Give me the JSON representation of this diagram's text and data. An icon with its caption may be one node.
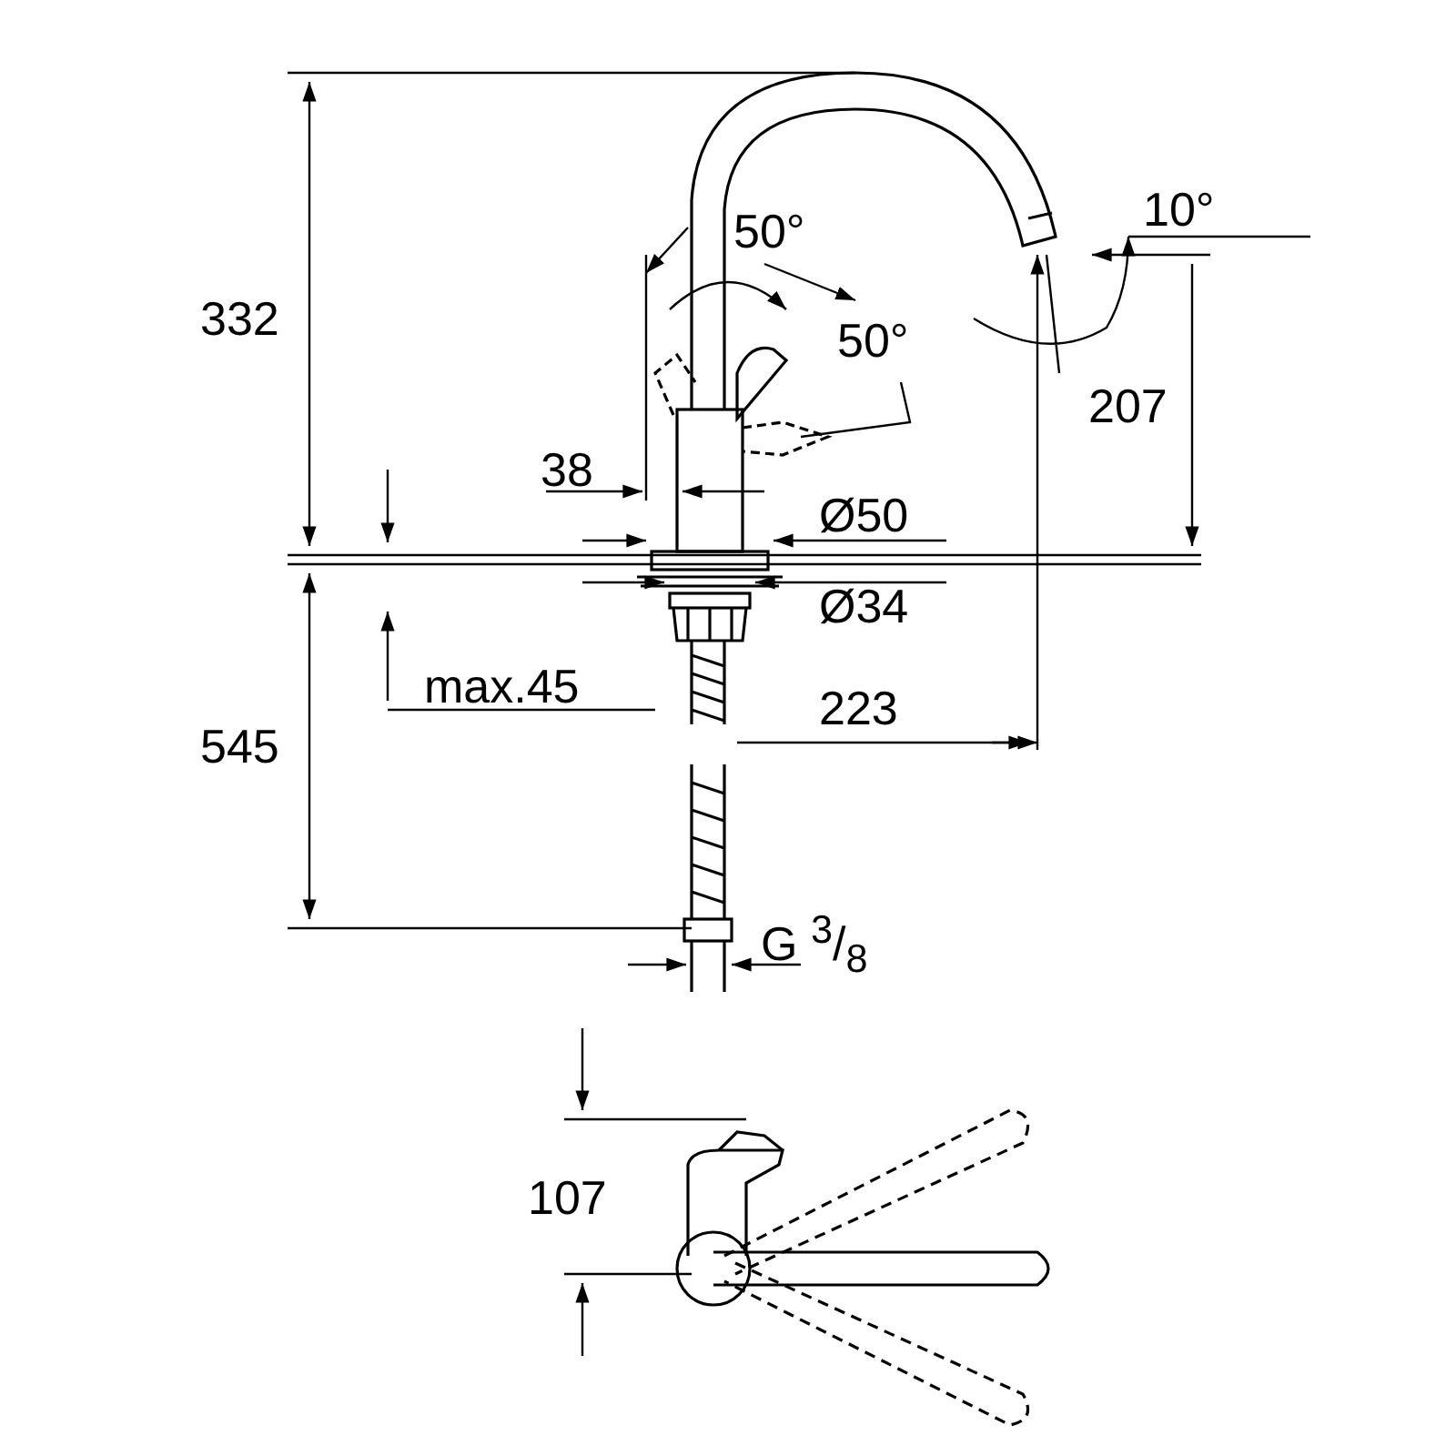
{
  "diagram": {
    "labels": [
      "10°",
      "50°",
      "332",
      "50°",
      "207",
      "38",
      "Ø50",
      "Ø34",
      "max.45",
      "545",
      "223",
      "G $^{3}$/$_{8}$",
      "107"
    ]
  }
}
